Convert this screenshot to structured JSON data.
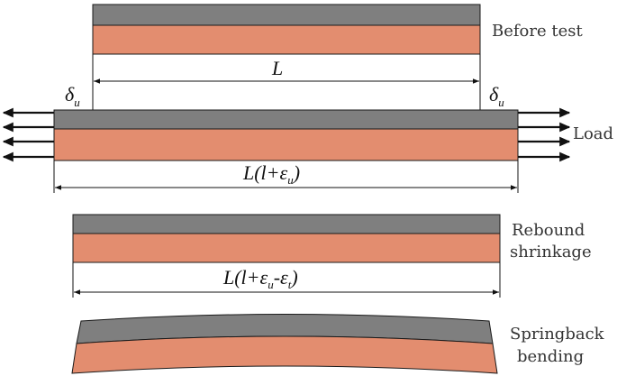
{
  "colors": {
    "gray_layer": "#7f7f7f",
    "salmon_layer": "#e38d6f",
    "outline": "#1a1a1a",
    "text": "#333333"
  },
  "stages": [
    {
      "label_lines": [
        "Before test"
      ]
    },
    {
      "label_lines": [
        "Load"
      ]
    },
    {
      "label_lines": [
        "Rebound",
        "shrinkage"
      ]
    },
    {
      "label_lines": [
        "Springback",
        "bending"
      ]
    }
  ],
  "dimensions": {
    "original_length": "L",
    "delta_left": "δ",
    "delta_left_sub": "u",
    "delta_right": "δ",
    "delta_right_sub": "u",
    "loaded_length": {
      "main": "L(l+ε",
      "sub": "u",
      "tail": ")"
    },
    "rebound_length": {
      "main": "L(l+ε",
      "sub1": "u",
      "mid": "-ε",
      "sub2": "t",
      "tail": ")"
    }
  },
  "icons": {
    "load_arrow": "arrow-left-right-icon",
    "dimension_arrow": "dimension-arrow-icon"
  }
}
